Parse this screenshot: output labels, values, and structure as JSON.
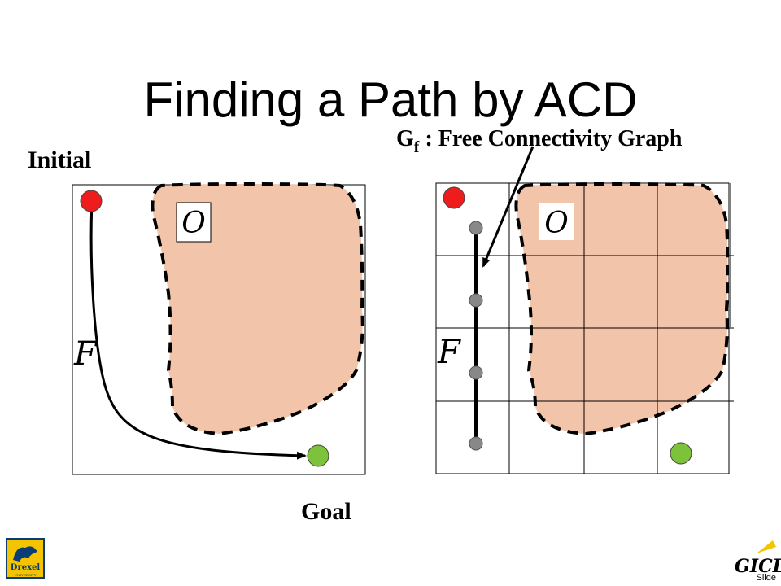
{
  "slide": {
    "title": "Finding a Path by ACD",
    "label_initial": "Initial",
    "label_goal": "Goal",
    "graph_label_main": "G",
    "graph_label_sub": "f",
    "graph_label_rest": " : Free Connectivity Graph",
    "obstacle_symbol": "O",
    "free_space_symbol": "F",
    "footer_text": "Slide",
    "logo_left_text": "Drexel",
    "logo_left_subtext": "UNIVERSITY",
    "logo_right_text": "GICL"
  },
  "colors": {
    "obstacle_fill": "#f2c4aa",
    "start_point": "#ee1c1c",
    "goal_point": "#7cc23a",
    "graph_node": "#888888",
    "drexel_gold": "#f5c400",
    "drexel_blue": "#0a3d73"
  }
}
